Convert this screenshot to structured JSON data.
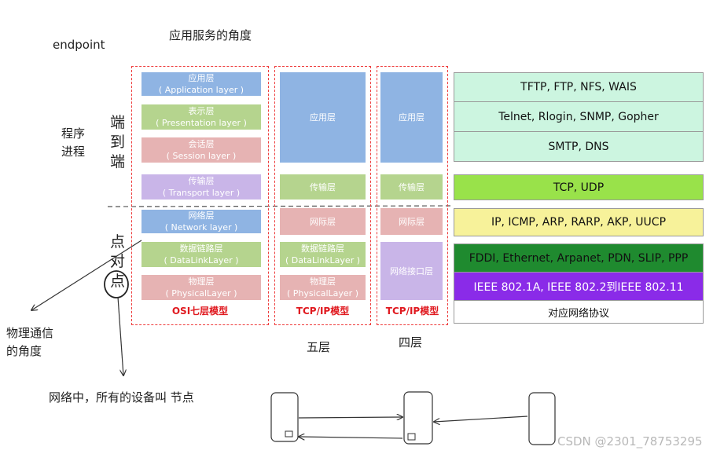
{
  "annotations": {
    "endpoint": "endpoint",
    "app_service_angle": "应用服务的角度",
    "process": [
      "程序",
      "进程"
    ],
    "end_to_end": [
      "端",
      "到",
      "端"
    ],
    "point_to_point": [
      "点",
      "对",
      "点"
    ],
    "physical_comm_angle": [
      "物理通信",
      "的角度"
    ],
    "five_layers": "五层",
    "four_layers": "四层",
    "network_devices_nodes": "网络中，所有的设备叫 节点",
    "watermark": "CSDN @2301_78753295"
  },
  "osi": {
    "caption": "OSI七层模型",
    "layers": [
      {
        "name": "应用层",
        "en": "( Application layer )"
      },
      {
        "name": "表示层",
        "en": "( Presentation layer )"
      },
      {
        "name": "会话层",
        "en": "( Session layer )"
      },
      {
        "name": "传输层",
        "en": "( Transport layer )"
      },
      {
        "name": "网络层",
        "en": "( Network layer )"
      },
      {
        "name": "数据链路层",
        "en": "( DataLinkLayer )"
      },
      {
        "name": "物理层",
        "en": "( PhysicalLayer )"
      }
    ]
  },
  "tcpip5": {
    "caption": "TCP/IP模型",
    "layers": [
      {
        "name": "应用层"
      },
      {
        "name": "传输层"
      },
      {
        "name": "网际层"
      },
      {
        "name": "数据链路层",
        "en": "( DataLinkLayer )"
      },
      {
        "name": "物理层",
        "en": "( PhysicalLayer )"
      }
    ]
  },
  "tcpip4": {
    "caption": "TCP/IP模型",
    "layers": [
      {
        "name": "应用层"
      },
      {
        "name": "传输层"
      },
      {
        "name": "网际层"
      },
      {
        "name": "网络接口层"
      }
    ]
  },
  "protocols": [
    "TFTP, FTP, NFS, WAIS",
    "Telnet, Rlogin, SNMP, Gopher",
    "SMTP, DNS",
    "TCP, UDP",
    "IP, ICMP, ARP, RARP, AKP, UUCP",
    "FDDI, Ethernet, Arpanet, PDN, SLIP, PPP",
    "IEEE 802.1A, IEEE 802.2到IEEE 802.11",
    "对应网络协议"
  ],
  "colors": {
    "app": "#8fb4e3",
    "green": "#b5d48e",
    "pink": "#e6b3b3",
    "purple": "#c9b5e8",
    "dash": "#ee3b3b",
    "caption": "#e0191f",
    "proto_app": "#ccf5e0",
    "proto_tcp": "#99e24a",
    "proto_ip": "#f7f29a",
    "proto_link": "#1f8a2f",
    "proto_phys": "#8a2be8"
  }
}
